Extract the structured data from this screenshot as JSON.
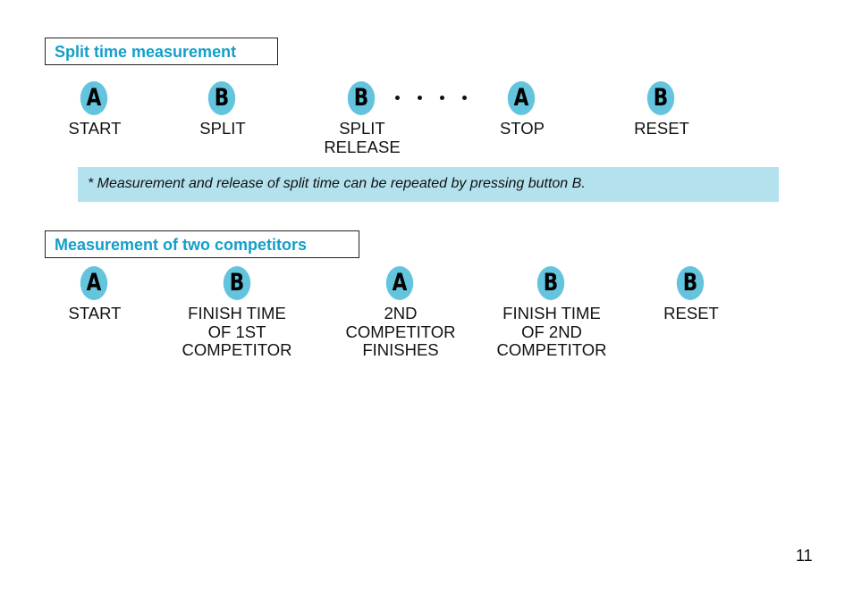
{
  "section1": {
    "title": "Split time measurement",
    "steps": [
      {
        "button": "A",
        "label": "START"
      },
      {
        "button": "B",
        "label": "SPLIT"
      },
      {
        "button": "B",
        "label": "SPLIT RELEASE"
      },
      {
        "button": "A",
        "label": "STOP"
      },
      {
        "button": "B",
        "label": "RESET"
      }
    ],
    "note": "*  Measurement and release of split time can be repeated by pressing button B."
  },
  "section2": {
    "title": "Measurement of two competitors",
    "steps": [
      {
        "button": "A",
        "label": "START"
      },
      {
        "button": "B",
        "label": "FINISH TIME OF 1ST COMPETITOR"
      },
      {
        "button": "A",
        "label": "2ND COMPETITOR FINISHES"
      },
      {
        "button": "B",
        "label": "FINISH TIME OF 2ND COMPETITOR"
      },
      {
        "button": "B",
        "label": "RESET"
      }
    ]
  },
  "page_number": "11",
  "colors": {
    "heading": "#139fc9",
    "button": "#64c4de",
    "note_bg": "#b3e1ed"
  }
}
